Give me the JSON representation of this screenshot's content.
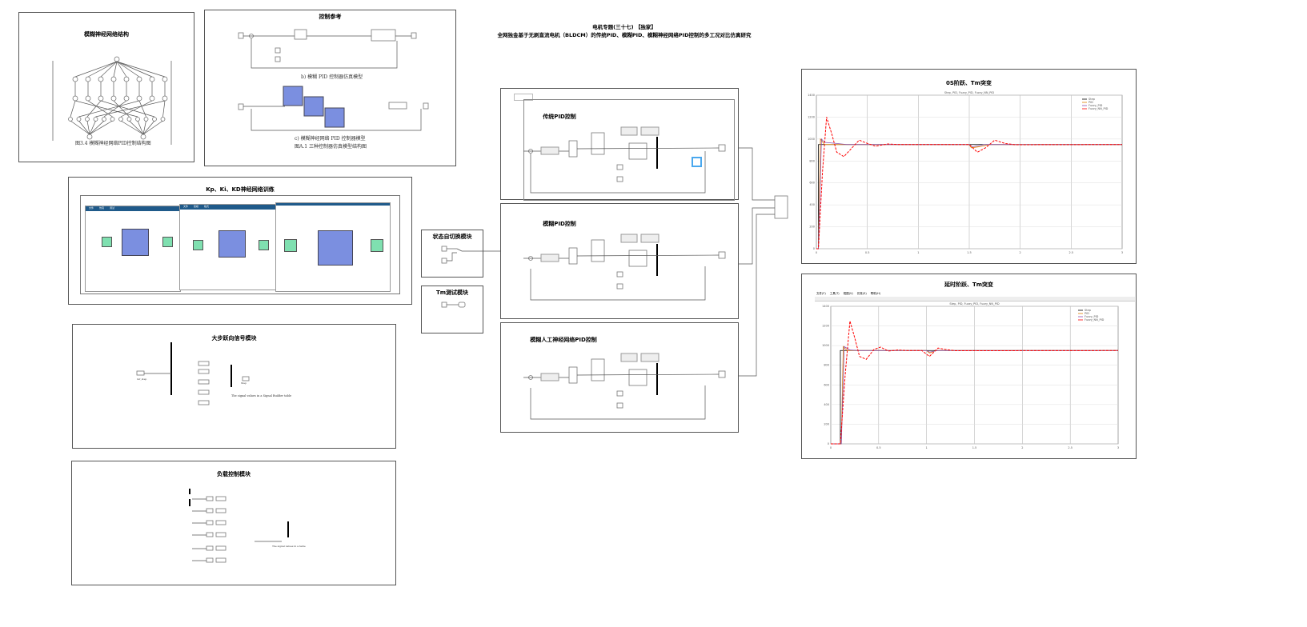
{
  "header": {
    "title": "电机专题(三十七) 【独家】",
    "subtitle": "全网独金基于无刷直流电机（BLDCM）的传统PID、模糊PID、模糊神经网络PID控制的多工况对比仿真研究"
  },
  "panels": {
    "nn_structure": {
      "title": "模糊神经网络结构",
      "caption": "图3.4 模糊神经网络PID控制结构图"
    },
    "control_ref": {
      "title": "控制参考",
      "caption_b": "b) 模糊 PID 控制器仿真模型",
      "caption_c": "c) 模糊神经网络 PID 控制器模型",
      "caption_note": "图A.1 三种控制器仿真模型结构图"
    },
    "training": {
      "title": "Kp、Ki、KD神经网络训练",
      "tabs": [
        "文件",
        "仿真",
        "调试",
        "建模",
        "格式"
      ]
    },
    "step_signal": {
      "title": "大步跃向信号模块",
      "table_caption": "The signal values in a Signal Builder table",
      "input_label": "ref_step",
      "output_label": "Step"
    },
    "load_control": {
      "title": "负载控制模块",
      "table_caption": "The signal values in a table"
    },
    "state_switch": {
      "title": "状态自切换模块"
    },
    "tm_test": {
      "title": "Tm测试模块"
    },
    "traditional_pid": {
      "title": "传统PID控制",
      "label_box": "≡"
    },
    "fuzzy_pid": {
      "title": "模糊PID控制"
    },
    "fuzzy_nn_pid": {
      "title": "模糊人工神经网络PID控制"
    },
    "scope1": {
      "title": "0S阶跃、Tm突变"
    },
    "scope2": {
      "title": "延时阶跃、Tm突变",
      "menu": [
        "文件(F)",
        "工具(T)",
        "视图(V)",
        "仿真(S)",
        "帮助(H)"
      ]
    }
  },
  "colors": {
    "step": "#000000",
    "pid": "#e08000",
    "fuzzy_pid": "#8a4fb0",
    "fuzzy_nn_pid": "#ff0000",
    "block_blue": "#7b8fe0",
    "block_green": "#7fe0b0"
  },
  "chart_data": [
    {
      "type": "line",
      "title": "Step, PID, Fuzzy_PID, Fuzzy_NN_PID",
      "xlim": [
        0,
        3
      ],
      "ylim": [
        0,
        1400
      ],
      "grid": true,
      "legend": "top-right",
      "x_ticks": [
        0,
        0.5,
        1,
        1.5,
        2,
        2.5,
        3
      ],
      "series": [
        {
          "name": "Step",
          "color": "#000000",
          "points": [
            [
              0,
              0
            ],
            [
              0.02,
              0
            ],
            [
              0.02,
              950
            ],
            [
              3,
              950
            ]
          ]
        },
        {
          "name": "PID",
          "color": "#e08000",
          "points": [
            [
              0,
              0
            ],
            [
              0.02,
              0
            ],
            [
              0.04,
              1000
            ],
            [
              0.08,
              950
            ],
            [
              1.5,
              950
            ],
            [
              1.52,
              920
            ],
            [
              1.6,
              930
            ],
            [
              1.7,
              950
            ],
            [
              3,
              950
            ]
          ]
        },
        {
          "name": "Fuzzy_PID",
          "color": "#8a4fb0",
          "points": [
            [
              0,
              0
            ],
            [
              0.02,
              0
            ],
            [
              0.05,
              1000
            ],
            [
              0.08,
              970
            ],
            [
              0.2,
              960
            ],
            [
              0.3,
              950
            ],
            [
              1.5,
              950
            ],
            [
              1.53,
              930
            ],
            [
              1.65,
              950
            ],
            [
              3,
              950
            ]
          ]
        },
        {
          "name": "Fuzzy_NN_PID",
          "color": "#ff0000",
          "points": [
            [
              0,
              0
            ],
            [
              0.02,
              0
            ],
            [
              0.06,
              700
            ],
            [
              0.1,
              1200
            ],
            [
              0.15,
              1050
            ],
            [
              0.2,
              880
            ],
            [
              0.27,
              840
            ],
            [
              0.35,
              920
            ],
            [
              0.42,
              990
            ],
            [
              0.5,
              960
            ],
            [
              0.58,
              935
            ],
            [
              0.7,
              955
            ],
            [
              0.8,
              950
            ],
            [
              1.5,
              950
            ],
            [
              1.58,
              880
            ],
            [
              1.66,
              920
            ],
            [
              1.75,
              990
            ],
            [
              1.85,
              960
            ],
            [
              1.95,
              948
            ],
            [
              3,
              950
            ]
          ]
        }
      ]
    },
    {
      "type": "line",
      "title": "Step, PID, Fuzzy_PID, Fuzzy_NN_PID",
      "xlim": [
        0,
        3
      ],
      "ylim": [
        0,
        1400
      ],
      "grid": true,
      "legend": "top-right",
      "x_ticks": [
        0,
        0.5,
        1,
        1.5,
        2,
        2.5,
        3
      ],
      "series": [
        {
          "name": "Step",
          "color": "#000000",
          "points": [
            [
              0,
              0
            ],
            [
              0.1,
              0
            ],
            [
              0.1,
              950
            ],
            [
              3,
              950
            ]
          ]
        },
        {
          "name": "PID",
          "color": "#e08000",
          "points": [
            [
              0,
              0
            ],
            [
              0.11,
              0
            ],
            [
              0.13,
              990
            ],
            [
              0.17,
              950
            ],
            [
              1,
              950
            ],
            [
              1.03,
              925
            ],
            [
              1.1,
              950
            ],
            [
              3,
              950
            ]
          ]
        },
        {
          "name": "Fuzzy_PID",
          "color": "#8a4fb0",
          "points": [
            [
              0,
              0
            ],
            [
              0.11,
              0
            ],
            [
              0.14,
              990
            ],
            [
              0.2,
              955
            ],
            [
              0.3,
              950
            ],
            [
              1,
              950
            ],
            [
              1.03,
              935
            ],
            [
              1.12,
              950
            ],
            [
              3,
              950
            ]
          ]
        },
        {
          "name": "Fuzzy_NN_PID",
          "color": "#ff0000",
          "points": [
            [
              0,
              0
            ],
            [
              0.1,
              0
            ],
            [
              0.15,
              700
            ],
            [
              0.2,
              1250
            ],
            [
              0.25,
              1080
            ],
            [
              0.3,
              890
            ],
            [
              0.37,
              860
            ],
            [
              0.45,
              960
            ],
            [
              0.52,
              985
            ],
            [
              0.6,
              945
            ],
            [
              0.7,
              955
            ],
            [
              0.8,
              950
            ],
            [
              0.95,
              950
            ],
            [
              1.03,
              890
            ],
            [
              1.12,
              975
            ],
            [
              1.2,
              960
            ],
            [
              1.3,
              948
            ],
            [
              3,
              950
            ]
          ]
        }
      ]
    }
  ]
}
